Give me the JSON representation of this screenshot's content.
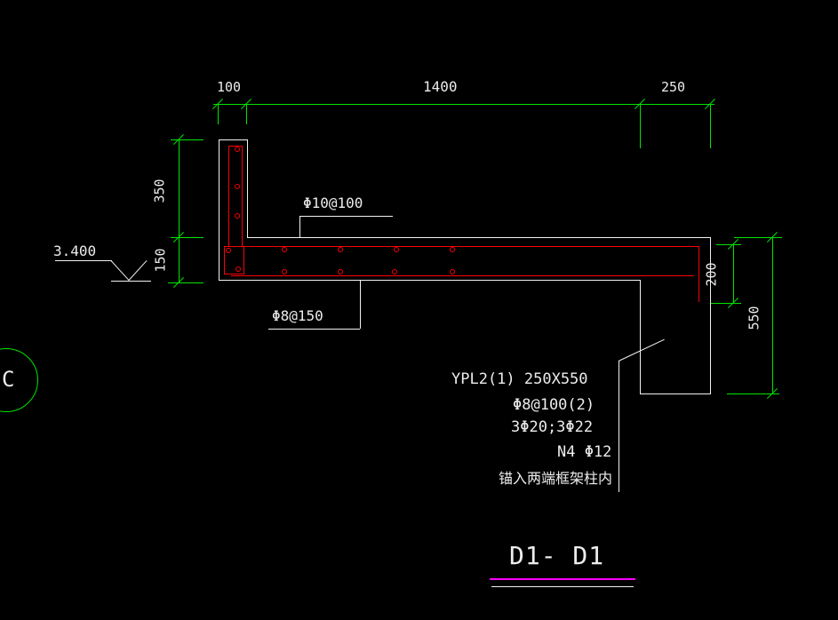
{
  "drawing": {
    "title": "D1- D1",
    "axis_bubble_label": "C",
    "elevation": "3.400",
    "dims": {
      "d100": "100",
      "d1400": "1400",
      "d250": "250",
      "d350": "350",
      "d150": "150",
      "d200": "200",
      "d550": "550"
    },
    "rebar_labels": {
      "slab_top": "Φ10@100",
      "slab_bottom": "Φ8@150"
    },
    "notes": [
      "YPL2(1) 250X550",
      "Φ8@100(2)",
      "3Φ20;3Φ22",
      "N4 Φ12",
      "锚入两端框架柱内"
    ],
    "colors": {
      "background": "#000000",
      "dimension_green": "#00e400",
      "rebar_red": "#fb0006",
      "outline_white": "#f2f2f2",
      "title_underline_magenta": "#ff00ff"
    }
  }
}
